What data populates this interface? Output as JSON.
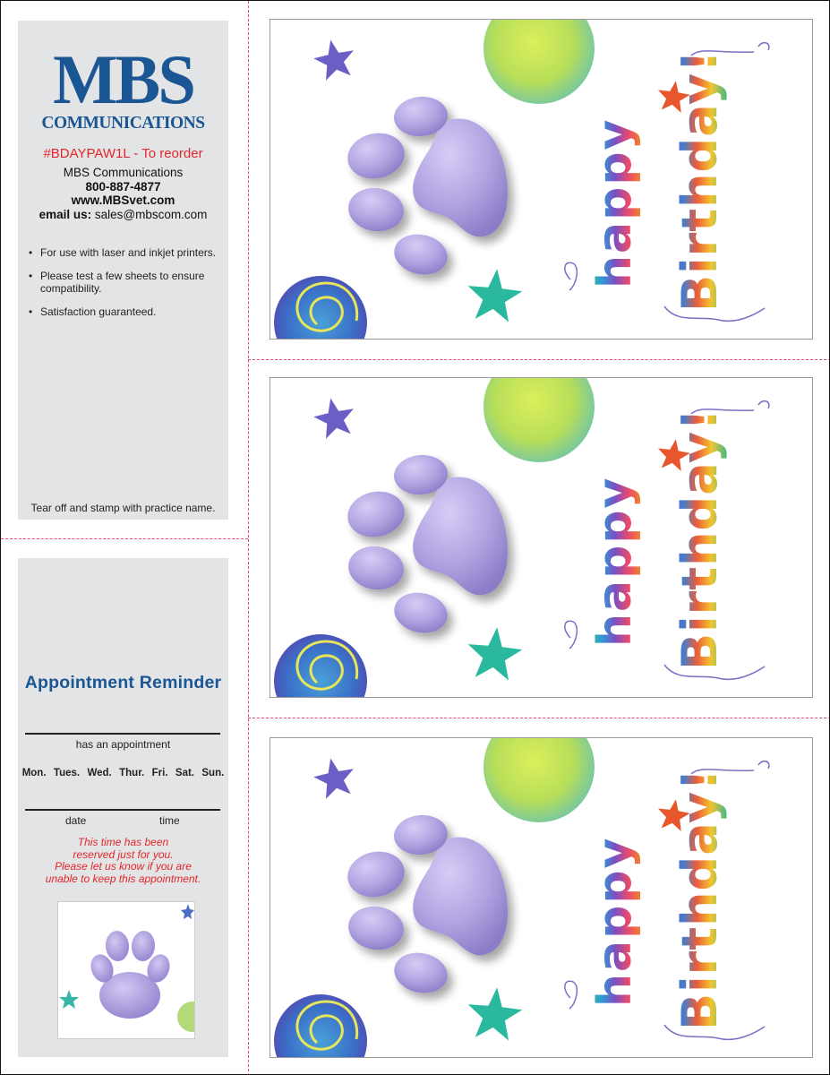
{
  "brand": {
    "logo_main": "MBS",
    "logo_sub": "COMMUNICATIONS"
  },
  "info": {
    "reorder": "#BDAYPAW1L - To reorder",
    "company": "MBS Communications",
    "phone": "800-887-4877",
    "website": "www.MBSvet.com",
    "email_label": "email us:",
    "email": "sales@mbscom.com",
    "bullets": [
      "For use with laser and inkjet printers.",
      "Please test a few sheets to ensure compatibility.",
      "Satisfaction guaranteed."
    ],
    "tearoff": "Tear off and stamp with practice name."
  },
  "reminder": {
    "title": "Appointment Reminder",
    "has_appointment": "has an appointment",
    "days": "Mon.  Tues.  Wed.  Thur.  Fri.  Sat.  Sun.",
    "date_label": "date",
    "time_label": "time",
    "note_lines": [
      "This time has been",
      "reserved just for you.",
      "Please let us know if you are",
      "unable to keep this appointment."
    ]
  },
  "card": {
    "word1": "happy",
    "word2": "Birthday!"
  },
  "colors": {
    "brand_blue": "#1b5694",
    "red": "#e3262b",
    "perforation": "#e0487d",
    "panel_gray": "#e3e4e5",
    "paw_purple": "#a99ad8"
  }
}
